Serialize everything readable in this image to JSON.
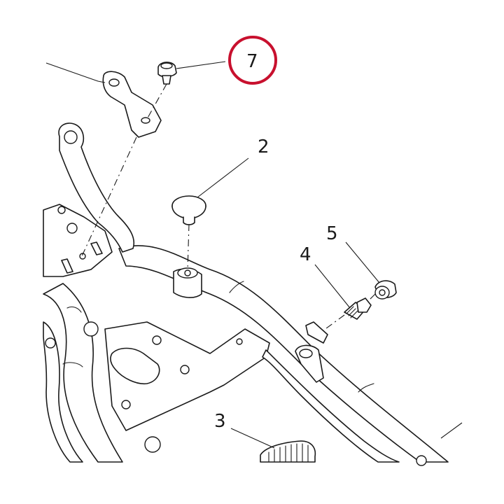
{
  "diagram": {
    "callouts": [
      {
        "id": "1",
        "label": ""
      },
      {
        "id": "2",
        "label": "2"
      },
      {
        "id": "3",
        "label": "3"
      },
      {
        "id": "4",
        "label": "4"
      },
      {
        "id": "5",
        "label": "5"
      },
      {
        "id": "7",
        "label": "7",
        "highlighted": true
      }
    ],
    "colors": {
      "line": "#1a1a1a",
      "highlight": "#c8102e",
      "background": "#ffffff"
    }
  }
}
